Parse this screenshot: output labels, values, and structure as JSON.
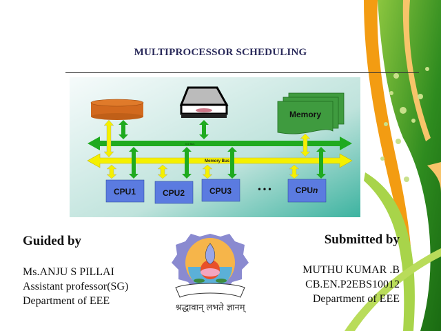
{
  "slide": {
    "title": "MULTIPROCESSOR SCHEDULING",
    "diagram": {
      "memory_label": "Memory",
      "io_bus_label": "I/O Bus",
      "memory_bus_label": "Memory Bus",
      "cpus": [
        "CPU1",
        "CPU2",
        "CPU3"
      ],
      "cpu_n_prefix": "CPU",
      "cpu_n_suffix": "n",
      "ellipsis": "• • •",
      "colors": {
        "disk": "#d2691e",
        "io_bus": "#1faa1f",
        "memory_bus": "#f5f000",
        "cpu_box": "#5b7be0",
        "memory_box": "#3f9b3f"
      }
    },
    "guided_by": {
      "heading": "Guided by",
      "lines": [
        "Ms.ANJU S PILLAI",
        "Assistant professor(SG)",
        "Department of EEE"
      ]
    },
    "submitted_by": {
      "heading": "Submitted by",
      "lines": [
        "MUTHU KUMAR .B",
        "CB.EN.P2EBS10012",
        "Department of EEE"
      ]
    },
    "logo": {
      "motto": "श्रद्धावान् लभते ज्ञानम्"
    }
  }
}
